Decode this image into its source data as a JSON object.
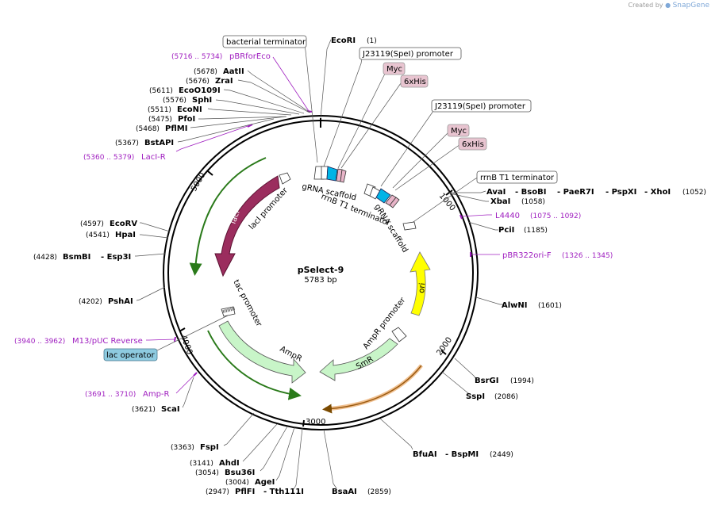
{
  "credit": {
    "prefix": "Created by",
    "brand": "SnapGene"
  },
  "plasmid": {
    "name": "pSelect-9",
    "length": "5783 bp"
  },
  "ticks": [
    "1000",
    "2000",
    "3000",
    "4000",
    "5000"
  ],
  "sites": [
    {
      "name": "EcoRI",
      "pos": "(1)"
    },
    {
      "name": "AatII",
      "pos": "(5678)"
    },
    {
      "name": "ZraI",
      "pos": "(5676)"
    },
    {
      "name": "EcoO109I",
      "pos": "(5611)"
    },
    {
      "name": "SphI",
      "pos": "(5576)"
    },
    {
      "name": "EcoNI",
      "pos": "(5511)"
    },
    {
      "name": "PfoI",
      "pos": "(5475)"
    },
    {
      "name": "PflMI",
      "pos": "(5468)"
    },
    {
      "name": "BstAPI",
      "pos": "(5367)"
    },
    {
      "name": "EcoRV",
      "pos": "(4597)"
    },
    {
      "name": "HpaI",
      "pos": "(4541)"
    },
    {
      "name": "BsmBI",
      "name2": "- Esp3I",
      "pos": "(4428)"
    },
    {
      "name": "PshAI",
      "pos": "(4202)"
    },
    {
      "name": "ScaI",
      "pos": "(3621)"
    },
    {
      "name": "FspI",
      "pos": "(3363)"
    },
    {
      "name": "AhdI",
      "pos": "(3141)"
    },
    {
      "name": "Bsu36I",
      "pos": "(3054)"
    },
    {
      "name": "AgeI",
      "pos": "(3004)"
    },
    {
      "name": "PflFI",
      "name2": "- Tth111I",
      "pos": "(2947)"
    },
    {
      "name": "BsaAI",
      "pos": "(2859)"
    },
    {
      "name": "BfuAI",
      "name2": "- BspMI",
      "pos": "(2449)"
    },
    {
      "name": "SspI",
      "pos": "(2086)"
    },
    {
      "name": "BsrGI",
      "pos": "(1994)"
    },
    {
      "name": "AlwNI",
      "pos": "(1601)"
    },
    {
      "name": "PciI",
      "pos": "(1185)"
    },
    {
      "name": "XbaI",
      "pos": "(1058)"
    },
    {
      "name": "AvaI",
      "name2": "- BsoBI",
      "name3": "- PaeR7I",
      "name4": "- PspXI",
      "name5": "- XhoI",
      "pos": "(1052)"
    }
  ],
  "primers": [
    {
      "name": "pBRforEco",
      "range": "(5716 .. 5734)"
    },
    {
      "name": "LacI-R",
      "range": "(5360 .. 5379)"
    },
    {
      "name": "L4440",
      "range": "(1075 .. 1092)"
    },
    {
      "name": "pBR322ori-F",
      "range": "(1326 .. 1345)"
    },
    {
      "name": "M13/pUC Reverse",
      "range": "(3940 .. 3962)"
    },
    {
      "name": "Amp-R",
      "range": "(3691 .. 3710)"
    }
  ],
  "boxed_features": {
    "bacterial_terminator": "bacterial terminator",
    "j23119_top": "J23119(SpeI) promoter",
    "myc_top": "Myc",
    "his_top": "6xHis",
    "j23119_right": "J23119(SpeI) promoter",
    "myc_right": "Myc",
    "his_right": "6xHis",
    "rrnb_right": "rrnB T1 terminator",
    "lac_operator": "lac operator"
  },
  "inner_labels": {
    "grna1": "gRNA scaffold",
    "rrnb1": "rrnB T1 terminator",
    "grna2": "gRNA scaffold",
    "laci_promoter": "lacI promoter",
    "laci": "lacI",
    "tac_promoter": "tac promoter",
    "ampr": "AmpR",
    "ampr_promoter": "AmpR promoter",
    "smr": "SmR",
    "ori": "ori"
  },
  "colors": {
    "laci": "#9b2d5e",
    "ampr": "#c8f5c8",
    "smr": "#c8f5c8",
    "ori": "#ffff00",
    "grna": "#00b4e6",
    "myc": "#e8b4c8",
    "primer": "#a020c0",
    "lac_operator": "#8ecbe0"
  }
}
